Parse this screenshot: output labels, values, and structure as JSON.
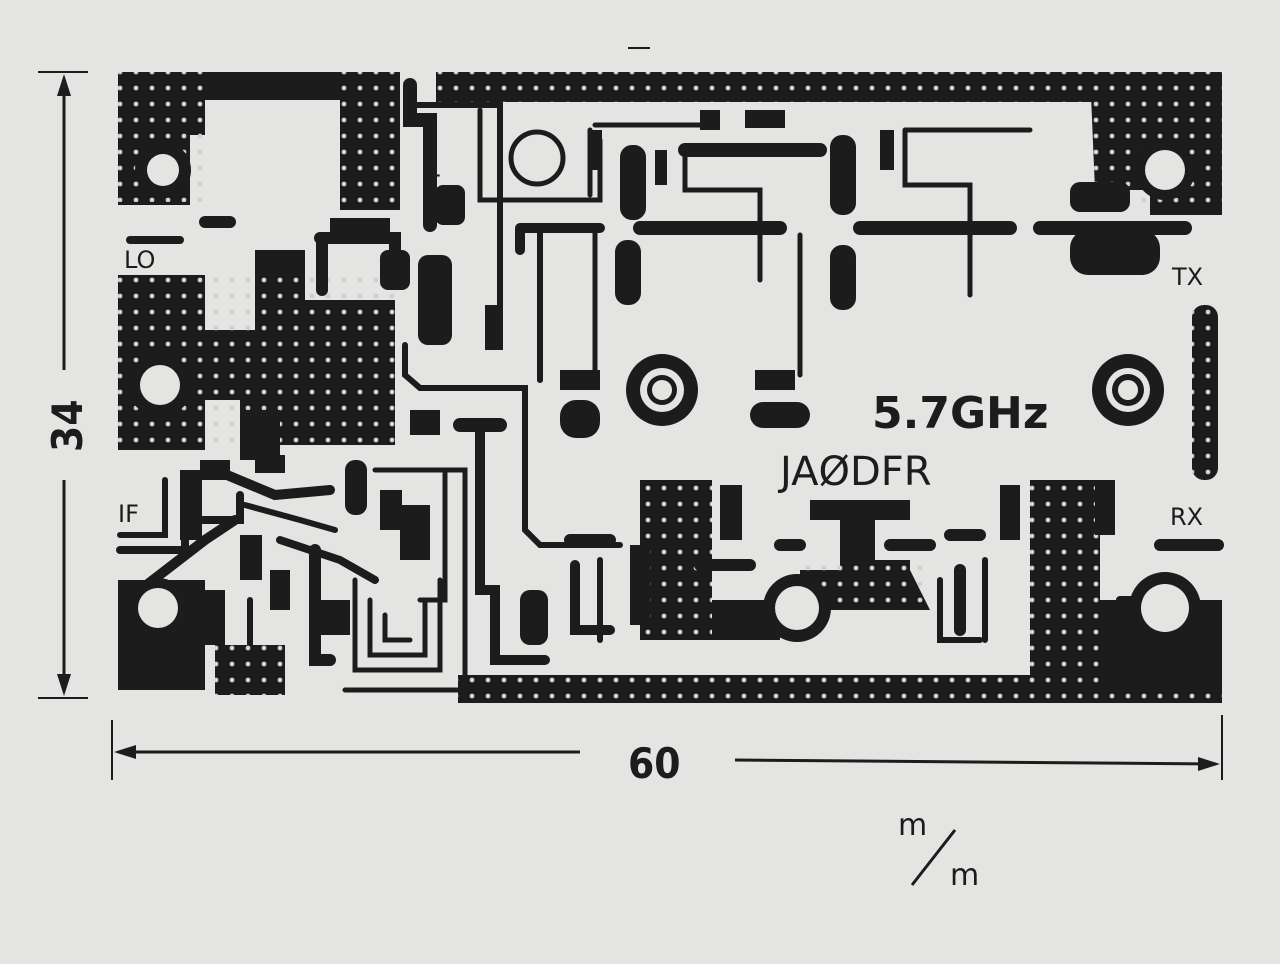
{
  "board": {
    "frequency": "5.7GHz",
    "callsign": "JAØDFR",
    "ports": {
      "lo": "LO",
      "if": "IF",
      "tx": "TX",
      "rx": "RX",
      "t": "T"
    }
  },
  "dimensions": {
    "width": "60",
    "height": "34",
    "unit_top": "m",
    "unit_bottom": "m"
  },
  "colors": {
    "paper": "#e4e4e2",
    "copper": "#1c1c1c"
  }
}
